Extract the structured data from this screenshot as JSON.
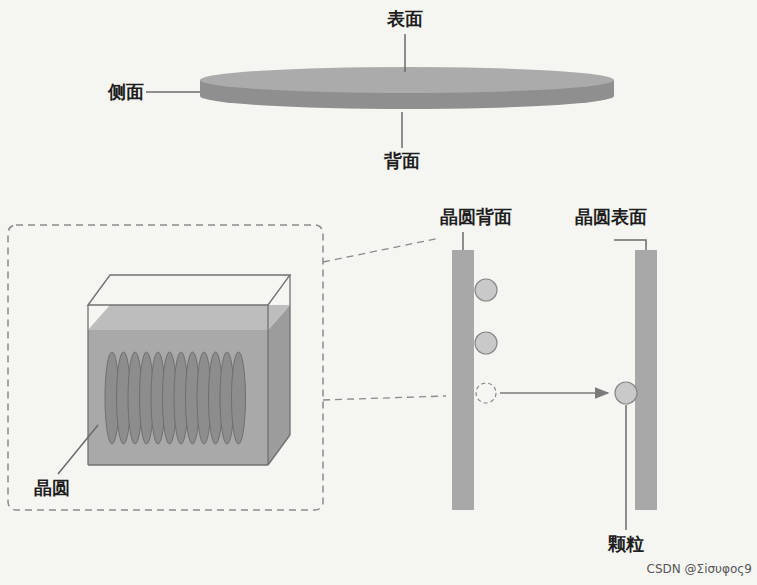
{
  "diagram": {
    "labels": [
      "表面",
      "侧面",
      "背面",
      "晶圆背面",
      "晶圆表面",
      "晶圆",
      "颗粒",
      "CSDN @Σiσυφος9"
    ]
  }
}
